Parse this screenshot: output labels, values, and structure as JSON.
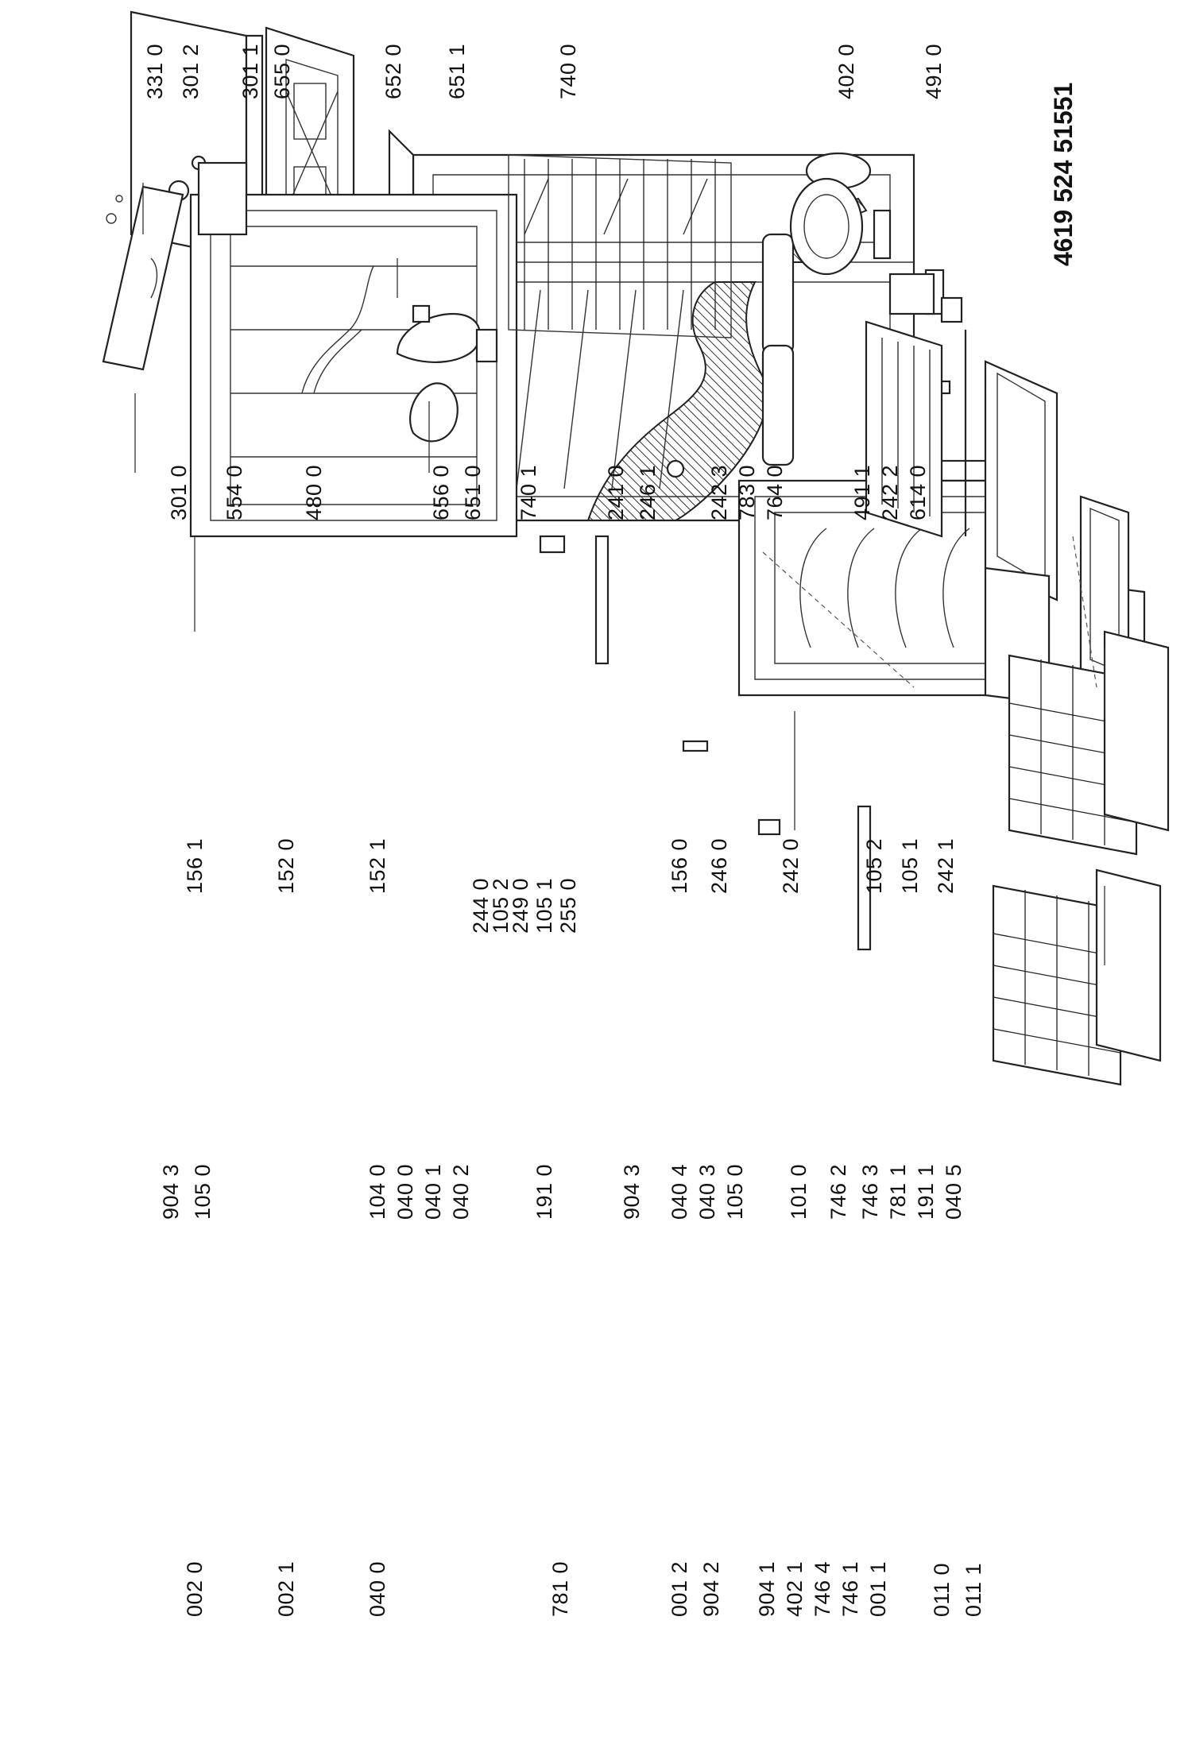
{
  "document_number": "4619 524 51551",
  "part_labels": {
    "col_01": [
      "331 0",
      "301 2",
      "301 1",
      "655 0"
    ],
    "col_02": [
      "652 0",
      "651 1"
    ],
    "col_03": [
      "740 0"
    ],
    "col_04": [
      "402 0",
      "491 0"
    ],
    "col_05": [
      "301 0",
      "554 0",
      "480 0"
    ],
    "col_06": [
      "656 0",
      "651 0",
      "740 1"
    ],
    "col_07": [
      "241 0",
      "246 1"
    ],
    "col_08": [
      "242 3",
      "783 0",
      "764 0"
    ],
    "col_09": [
      "491 1",
      "242 2",
      "614 0"
    ],
    "col_10": [
      "156 1",
      "152 0",
      "152 1"
    ],
    "col_11": [
      "244 0",
      "105 2",
      "249 0",
      "105 1",
      "255 0"
    ],
    "col_12": [
      "156 0",
      "246 0",
      "242 0"
    ],
    "col_13": [
      "105 2",
      "105 1",
      "242 1"
    ],
    "col_14": [
      "904 3",
      "105 0"
    ],
    "col_15": [
      "104 0",
      "040 0",
      "040 1",
      "040 2",
      "191 0"
    ],
    "col_16": [
      "904 3"
    ],
    "col_17": [
      "040 4",
      "040 3",
      "105 0"
    ],
    "col_18": [
      "101 0",
      "746 2",
      "746 3",
      "781 1",
      "191 1",
      "040 5"
    ],
    "col_19": [
      "002 0",
      "002 1",
      "040 0"
    ],
    "col_20": [
      "781 0",
      "001 2",
      "904 2"
    ],
    "col_21": [
      "904 1",
      "402 1",
      "746 4",
      "746 1",
      "001 1"
    ],
    "col_22": [
      "011 0",
      "011 1"
    ]
  }
}
